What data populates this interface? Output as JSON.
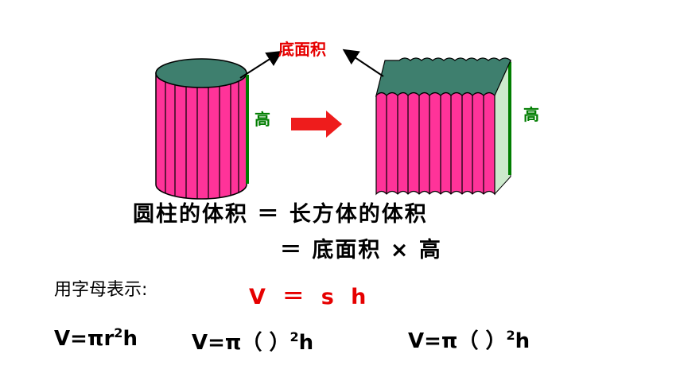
{
  "colors": {
    "pink": "#ff3399",
    "teal": "#3e7f6e",
    "green": "#007d00",
    "red": "#e60000",
    "black": "#000000"
  },
  "labels": {
    "base_area": "底面积",
    "height_left": "高",
    "height_right": "高"
  },
  "equation": {
    "line1": "圆柱的体积 ＝ 长方体的体积",
    "line2": "＝ 底面积 × 高"
  },
  "letters": {
    "caption": "用字母表示:",
    "formula": "V ＝ s h"
  },
  "formulas": {
    "f1_main": "V=πr",
    "f1_exp": "2",
    "f1_tail": "h",
    "f2_main": "V=π（ ）",
    "f2_exp": "2",
    "f2_tail": "h",
    "f3_main": "V=π（ ）",
    "f3_exp": "2",
    "f3_tail": "h"
  }
}
